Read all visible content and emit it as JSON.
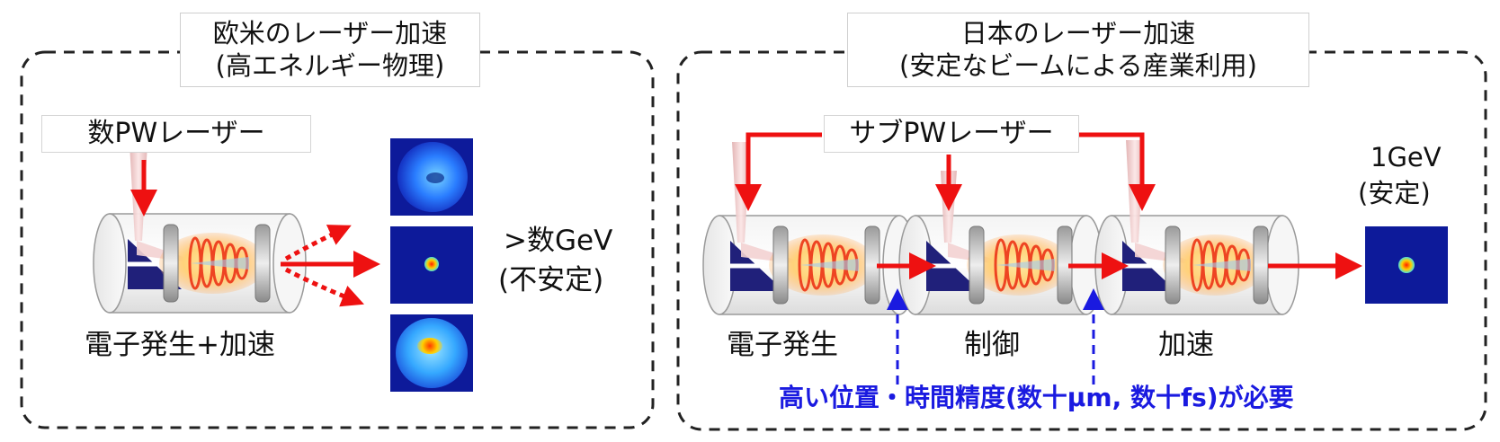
{
  "left_panel": {
    "title_line1": "欧米のレーザー加速",
    "title_line2": "(高エネルギー物理)",
    "laser_label": "数PWレーザー",
    "stage_label": "電子発生+加速",
    "energy_line1": ">数GeV",
    "energy_line2": "(不安定)"
  },
  "right_panel": {
    "title_line1": "日本のレーザー加速",
    "title_line2": "(安定なビームによる産業利用)",
    "laser_label": "サブPWレーザー",
    "stage_labels": [
      "電子発生",
      "制御",
      "加速"
    ],
    "energy_line1": "1GeV",
    "energy_line2": "(安定)",
    "precision_note": "高い位置・時間精度(数十μm, 数十fs)が必要"
  },
  "colors": {
    "laser_arrow": "#ee1111",
    "precision_text": "#1a1ae0",
    "dashed_border": "#222222",
    "triangle": "#20207a",
    "spot_background": "#0d1a9a"
  }
}
